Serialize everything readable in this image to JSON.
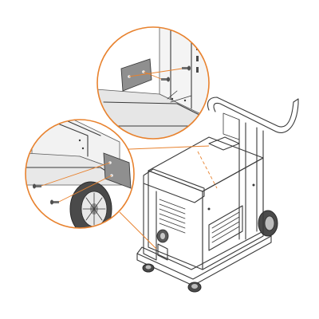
{
  "colors": {
    "callout": "#e8822e",
    "line": "#3a3a3a",
    "panel_light": "#f1f1f1",
    "panel_mid": "#d9d9d9",
    "panel_dark": "#9a9a9a",
    "bracket": "#8f8f8f"
  },
  "callouts": [
    {
      "id": "top-detail",
      "shows": "bracket-with-two-screws"
    },
    {
      "id": "left-detail",
      "shows": "bracket-with-two-screws"
    }
  ],
  "icons": [
    "screw-icon",
    "bracket-plate-icon",
    "wheel-icon"
  ]
}
